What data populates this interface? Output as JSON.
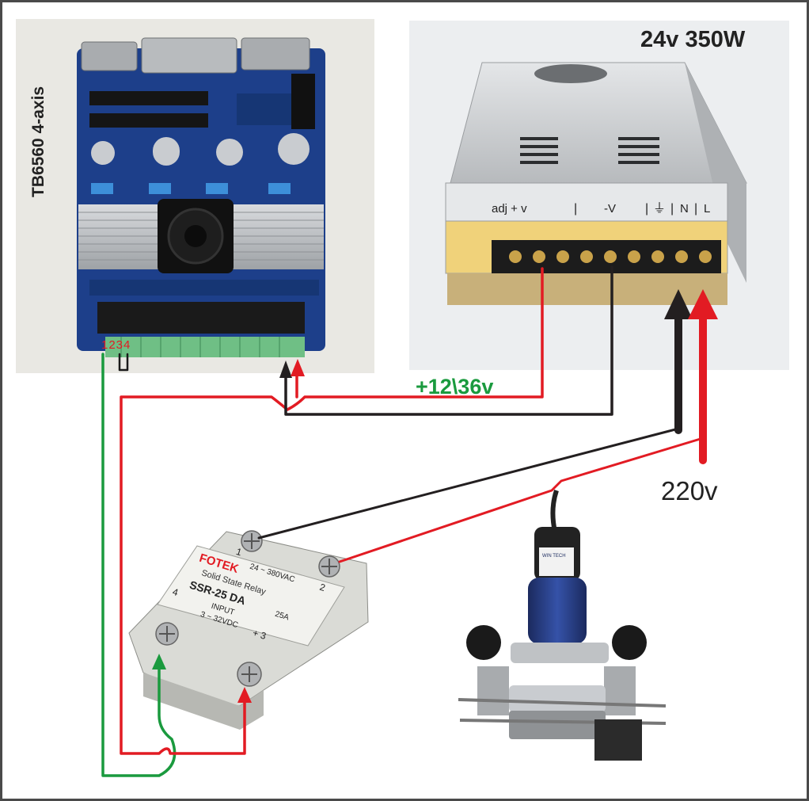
{
  "board": {
    "label": "TB6560 4-axis",
    "pin_numbers": "1234"
  },
  "psu": {
    "title": "24v 350W",
    "terminal_adj": "adj + v",
    "terminal_neg": "-V",
    "terminal_n": "N",
    "terminal_l": "L"
  },
  "relay": {
    "brand": "FOTEK",
    "type": "Solid State Relay",
    "model": "SSR-25 DA",
    "rating_ac": "24 ~ 380VAC",
    "rating_a": "25A",
    "input_label": "INPUT",
    "rating_dc": "3 ~ 32VDC",
    "pin_1": "1",
    "pin_2": "2",
    "pin_3": "+ 3",
    "pin_4": "4"
  },
  "wiring": {
    "dc_label": "+12\\36v",
    "ac_label": "220v"
  },
  "router": {
    "brand": "WIN TECH"
  },
  "colors": {
    "red_wire": "#e21b23",
    "black_wire": "#231f20",
    "green_wire": "#1a9a3e",
    "board_pcb": "#1d3f8a",
    "psu_silver": "#cfd2d4"
  }
}
